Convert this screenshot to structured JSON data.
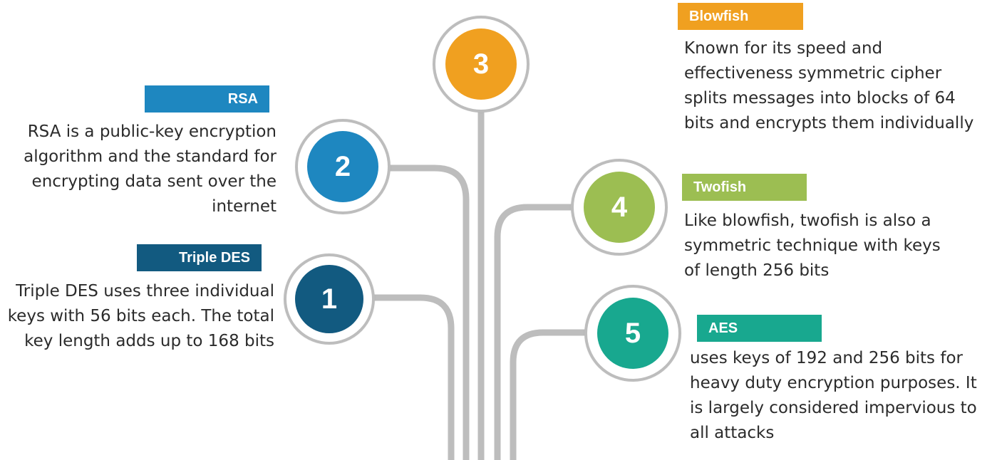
{
  "colors": {
    "triple_des": "#125a80",
    "rsa": "#1e87c0",
    "blowfish": "#f0a020",
    "twofish": "#9cbe52",
    "aes": "#18a88f",
    "connector": "#bdbdbd"
  },
  "items": [
    {
      "number": "1",
      "title": "Triple DES",
      "description": "Triple DES uses three individual keys with 56 bits each. The total key length adds up to 168 bits"
    },
    {
      "number": "2",
      "title": "RSA",
      "description": "RSA is a public-key encryption algorithm and the standard for encrypting data sent over the internet"
    },
    {
      "number": "3",
      "title": "Blowfish",
      "description": "Known for its speed and effectiveness symmetric cipher splits messages into blocks of 64 bits and encrypts them individually"
    },
    {
      "number": "4",
      "title": "Twofish",
      "description": "Like blowfish, twofish is also a symmetric technique with keys of length 256 bits"
    },
    {
      "number": "5",
      "title": "AES",
      "description": "uses keys of 192 and 256 bits for heavy duty encryption purposes. It is largely considered impervious to all attacks"
    }
  ]
}
